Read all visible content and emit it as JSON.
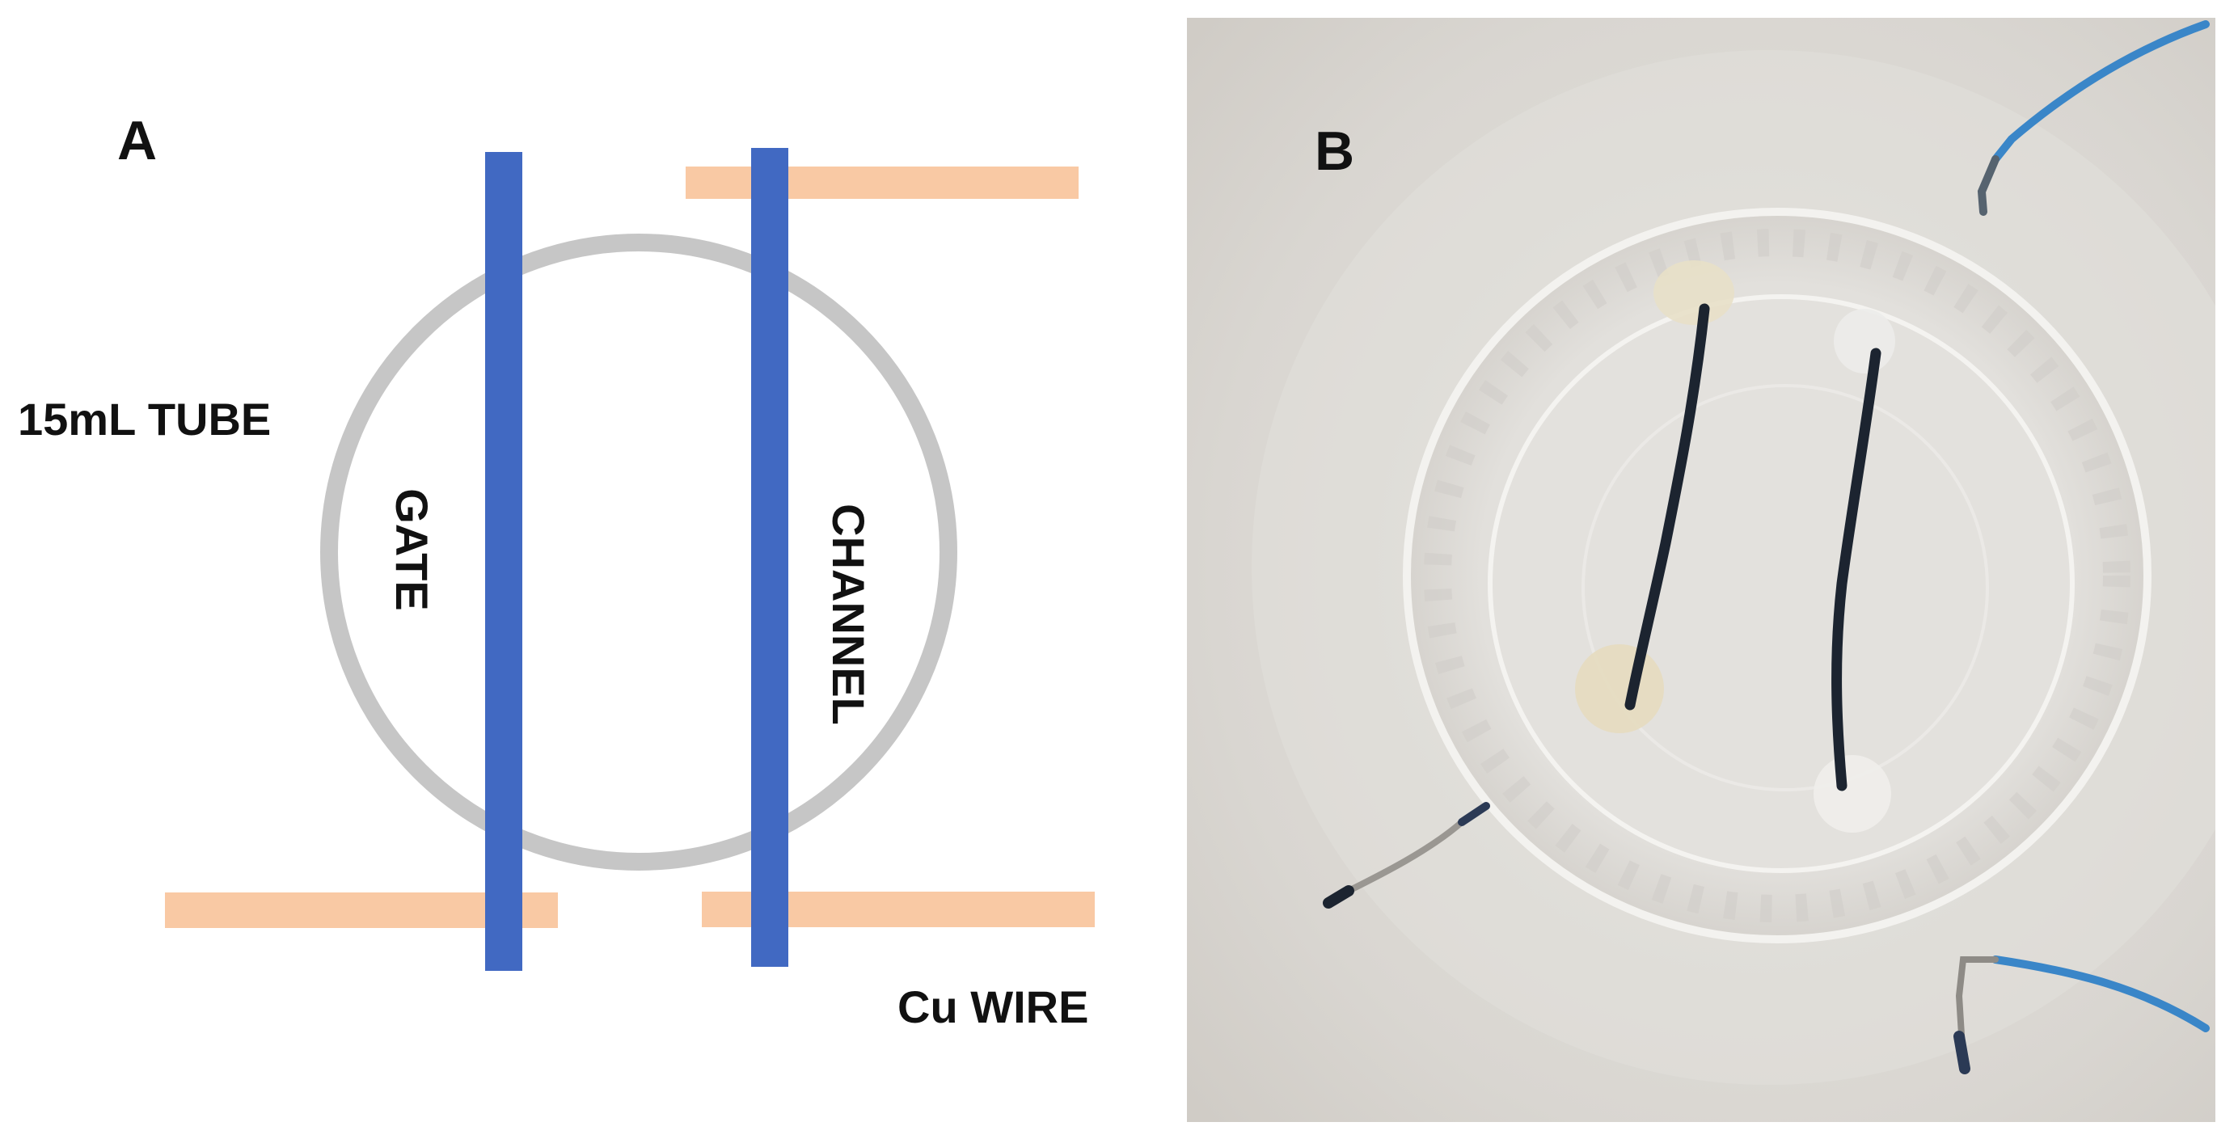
{
  "panel_a": {
    "letter": "A",
    "tube_label": "15mL TUBE",
    "gate_label": "GATE",
    "channel_label": "CHANNEL",
    "wire_label": "Cu WIRE",
    "colors": {
      "electrode_blue": "#4169c2",
      "copper_wire": "#f9c9a4",
      "tube_ring": "#c6c6c6",
      "text": "#111111"
    }
  },
  "panel_b": {
    "letter": "B",
    "colors": {
      "background": "#dcdad6",
      "dish_rim": "#ecebe8",
      "fiber": "#1c2430",
      "insulated_wire": "#3a86c8"
    }
  }
}
